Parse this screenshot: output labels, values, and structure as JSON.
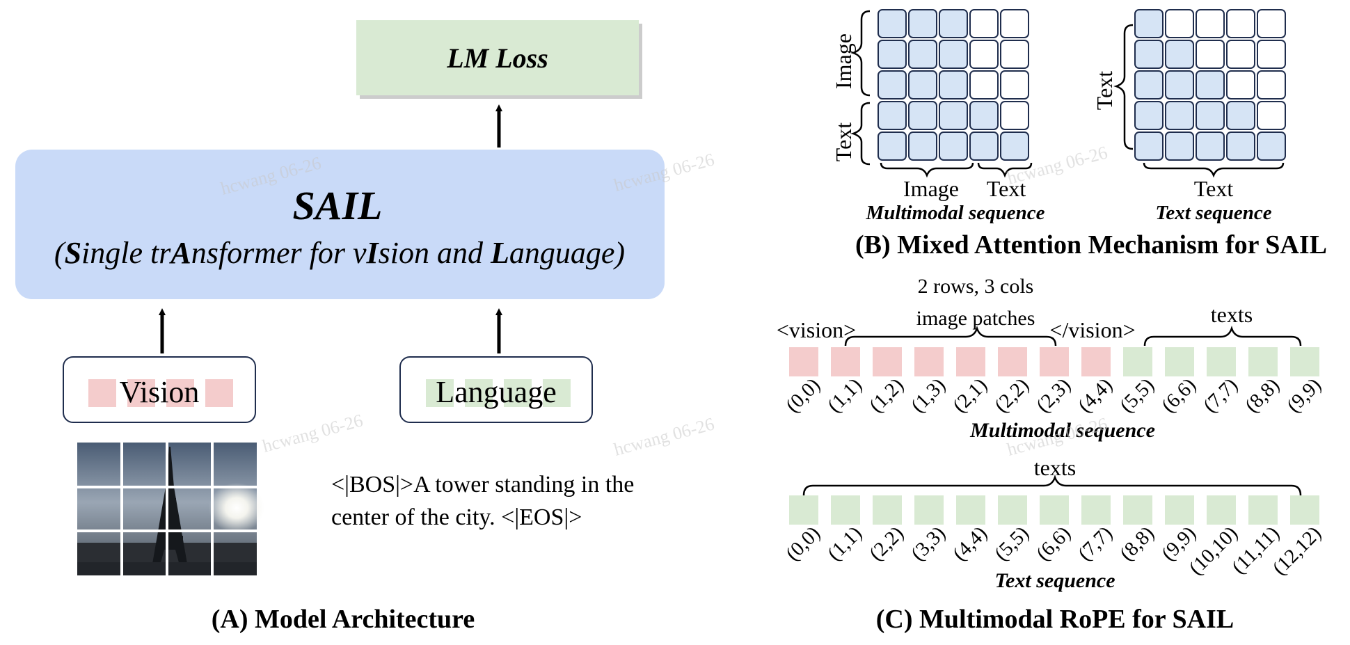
{
  "panel_a": {
    "loss_label": "LM Loss",
    "model_name": "SAIL",
    "model_full": [
      {
        "t": "(",
        "b": false
      },
      {
        "t": "S",
        "b": true
      },
      {
        "t": "ingle tr",
        "b": false
      },
      {
        "t": "A",
        "b": true
      },
      {
        "t": "nsformer for v",
        "b": false
      },
      {
        "t": "I",
        "b": true
      },
      {
        "t": "sion and ",
        "b": false
      },
      {
        "t": "L",
        "b": true
      },
      {
        "t": "anguage)",
        "b": false
      }
    ],
    "vision_label": "Vision",
    "language_label": "Language",
    "caption_lines": [
      "<|BOS|>A tower standing in the",
      "center of the city. <|EOS|>"
    ],
    "title": "(A) Model Architecture"
  },
  "panel_b": {
    "mm_label_image_row": "Image",
    "mm_label_text_row": "Text",
    "mm_label_image_col": "Image",
    "mm_label_text_col": "Text",
    "mm_caption": "Multimodal sequence",
    "ts_label_row": "Text",
    "ts_label_col": "Text",
    "ts_caption": "Text sequence",
    "title": "(B) Mixed Attention Mechanism for SAIL",
    "mm_mask": [
      [
        1,
        1,
        1,
        0,
        0
      ],
      [
        1,
        1,
        1,
        0,
        0
      ],
      [
        1,
        1,
        1,
        0,
        0
      ],
      [
        1,
        1,
        1,
        1,
        0
      ],
      [
        1,
        1,
        1,
        1,
        1
      ]
    ],
    "ts_mask": [
      [
        1,
        0,
        0,
        0,
        0
      ],
      [
        1,
        1,
        0,
        0,
        0
      ],
      [
        1,
        1,
        1,
        0,
        0
      ],
      [
        1,
        1,
        1,
        1,
        0
      ],
      [
        1,
        1,
        1,
        1,
        1
      ]
    ]
  },
  "panel_c": {
    "patch_note_lines": [
      "2 rows, 3 cols",
      "image patches"
    ],
    "vision_open": "<vision>",
    "vision_close": "</vision>",
    "texts_label": "texts",
    "mm_positions": [
      {
        "label": "(0,0)",
        "kind": "image"
      },
      {
        "label": "(1,1)",
        "kind": "image"
      },
      {
        "label": "(1,2)",
        "kind": "image"
      },
      {
        "label": "(1,3)",
        "kind": "image"
      },
      {
        "label": "(2,1)",
        "kind": "image"
      },
      {
        "label": "(2,2)",
        "kind": "image"
      },
      {
        "label": "(2,3)",
        "kind": "image"
      },
      {
        "label": "(4,4)",
        "kind": "image"
      },
      {
        "label": "(5,5)",
        "kind": "text"
      },
      {
        "label": "(6,6)",
        "kind": "text"
      },
      {
        "label": "(7,7)",
        "kind": "text"
      },
      {
        "label": "(8,8)",
        "kind": "text"
      },
      {
        "label": "(9,9)",
        "kind": "text"
      }
    ],
    "mm_caption": "Multimodal sequence",
    "text_positions": [
      "(0,0)",
      "(1,1)",
      "(2,2)",
      "(3,3)",
      "(4,4)",
      "(5,5)",
      "(6,6)",
      "(7,7)",
      "(8,8)",
      "(9,9)",
      "(10,10)",
      "(11,11)",
      "(12,12)"
    ],
    "ts_caption": "Text sequence",
    "title": "(C) Multimodal RoPE for SAIL"
  },
  "watermark": "hcwang 06-26",
  "colors": {
    "loss_fill": "#d9ead3",
    "sail_fill": "#c9daf8",
    "image_token": "#f4cccc",
    "text_token": "#d9ead3",
    "attn_on": "#d6e4f5",
    "box_stroke": "#1f2d4d"
  }
}
